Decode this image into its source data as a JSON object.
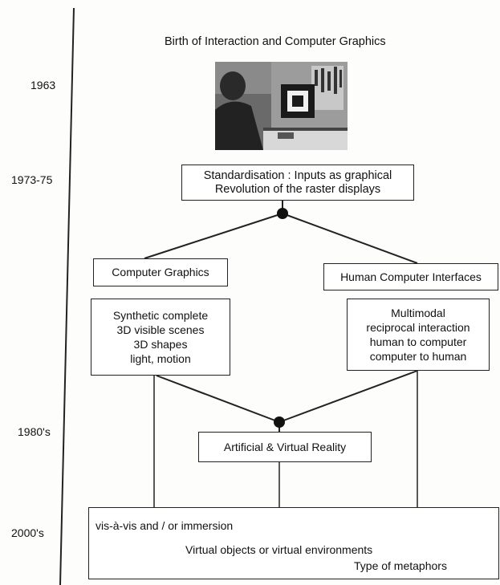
{
  "title": "Birth of Interaction and Computer Graphics",
  "years": {
    "y1963": "1963",
    "y1973": "1973-75",
    "y1980": "1980's",
    "y2000": "2000's"
  },
  "standardisation": {
    "line1": "Standardisation : Inputs as graphical",
    "line2": "Revolution of the raster displays"
  },
  "computer_graphics": {
    "label": "Computer Graphics",
    "details": [
      "Synthetic complete",
      "3D visible scenes",
      "3D shapes",
      "light, motion"
    ]
  },
  "hci": {
    "label": "Human Computer Interfaces",
    "details": [
      "Multimodal",
      "reciprocal interaction",
      "human to computer",
      "computer to human"
    ]
  },
  "vr": {
    "label": "Artificial & Virtual Reality"
  },
  "bottom": {
    "line1": "vis-à-vis and / or immersion",
    "line2": "Virtual objects or virtual environments",
    "line3": "Type of metaphors"
  }
}
